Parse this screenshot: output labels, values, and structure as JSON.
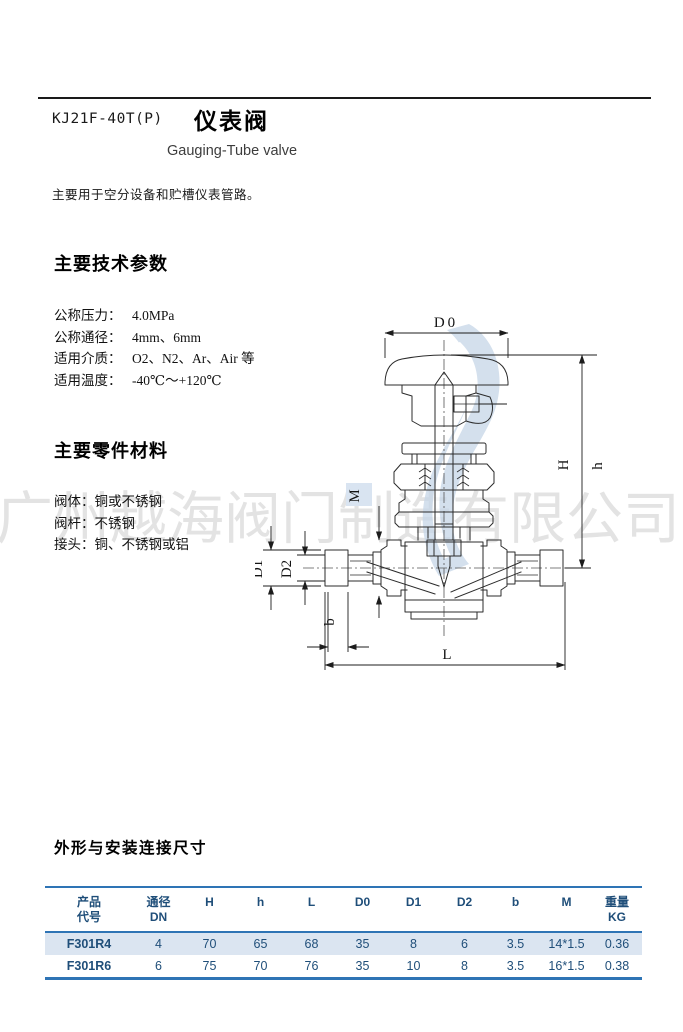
{
  "header": {
    "model": "KJ21F-40T(P)",
    "title_cn": "仪表阀",
    "title_en": "Gauging-Tube valve",
    "description": "主要用于空分设备和贮槽仪表管路。"
  },
  "tech_params": {
    "heading": "主要技术参数",
    "items": [
      {
        "label": "公称压力：",
        "value": "4.0MPa"
      },
      {
        "label": "公称通径：",
        "value": "4mm、6mm"
      },
      {
        "label": "适用介质：",
        "value": "O2、N2、Ar、Air 等"
      },
      {
        "label": "适用温度：",
        "value": "-40℃～+120℃"
      }
    ]
  },
  "materials": {
    "heading": "主要零件材料",
    "items": [
      {
        "label": "阀体：",
        "value": "铜或不锈钢"
      },
      {
        "label": "阀杆：",
        "value": "不锈钢"
      },
      {
        "label": "接头：",
        "value": "铜、不锈钢或铝"
      }
    ]
  },
  "watermark": "广州越海阀门制造有限公司",
  "drawing": {
    "labels": {
      "d0": "D0",
      "h_upper": "H",
      "h_lower": "h",
      "m": "M",
      "d1": "D1",
      "d2": "D2",
      "b": "b",
      "l": "L"
    }
  },
  "dimensions_section": {
    "heading": "外形与安装连接尺寸",
    "table": {
      "headers": [
        {
          "l1": "产品",
          "l2": "代号"
        },
        {
          "l1": "通径",
          "l2": "DN"
        },
        {
          "l1": "H",
          "l2": ""
        },
        {
          "l1": "h",
          "l2": ""
        },
        {
          "l1": "L",
          "l2": ""
        },
        {
          "l1": "D0",
          "l2": ""
        },
        {
          "l1": "D1",
          "l2": ""
        },
        {
          "l1": "D2",
          "l2": ""
        },
        {
          "l1": "b",
          "l2": ""
        },
        {
          "l1": "M",
          "l2": ""
        },
        {
          "l1": "重量",
          "l2": "KG"
        }
      ],
      "rows": [
        [
          "F301R4",
          "4",
          "70",
          "65",
          "68",
          "35",
          "8",
          "6",
          "3.5",
          "14*1.5",
          "0.36"
        ],
        [
          "F301R6",
          "6",
          "75",
          "70",
          "76",
          "35",
          "10",
          "8",
          "3.5",
          "16*1.5",
          "0.38"
        ]
      ]
    }
  },
  "colors": {
    "table_line_blue": "#2E74B5",
    "table_text_blue": "#1F4E79",
    "row_alt_bg": "#DBE5F1",
    "watermark_gray": "#E3E3E3",
    "logo_light_blue": "#C6D6E8",
    "m_label_bg": "#D9E4F1"
  }
}
